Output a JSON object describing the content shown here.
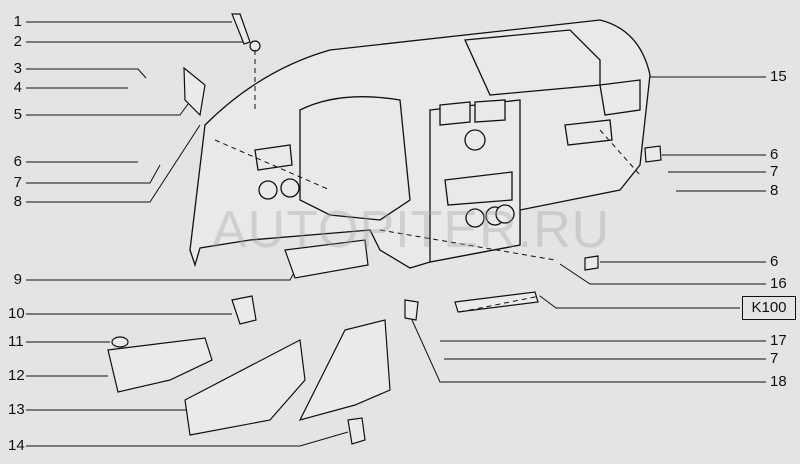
{
  "watermark": "AUTOPITER.RU",
  "left_labels": [
    "1",
    "2",
    "3",
    "4",
    "5",
    "6",
    "7",
    "8",
    "9",
    "10",
    "11",
    "12",
    "13",
    "14"
  ],
  "right_labels": [
    "15",
    "6",
    "7",
    "8",
    "6",
    "16",
    "17",
    "7",
    "18"
  ],
  "ref_box": "K100"
}
